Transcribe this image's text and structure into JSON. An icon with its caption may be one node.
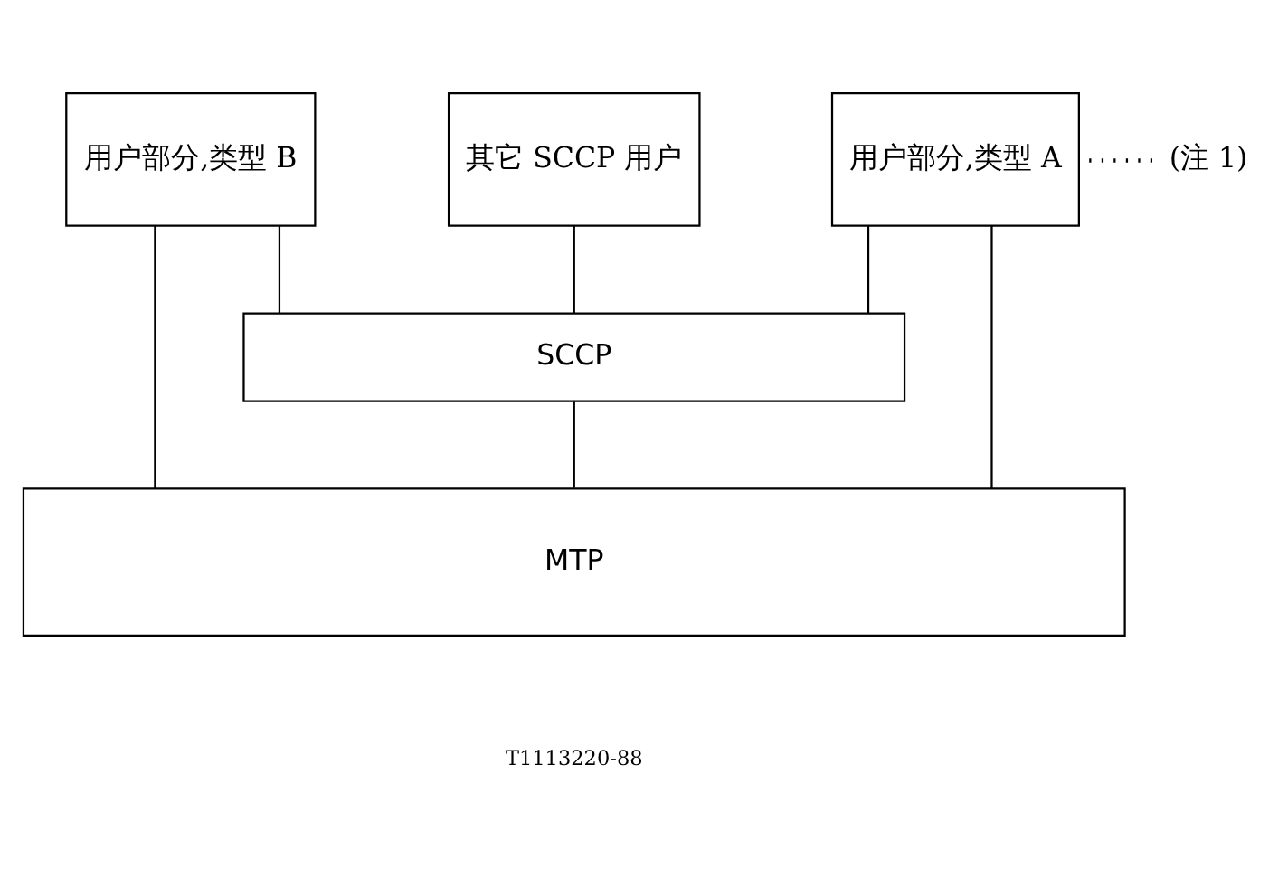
{
  "diagram": {
    "nodes": [
      {
        "text": [
          "用户部分,类型 B"
        ]
      },
      {
        "text": [
          "其它 SCCP 用户"
        ]
      },
      {
        "text": [
          "(注 1)"
        ]
      },
      {
        "text": [
          "用户部分,类型 A"
        ]
      },
      {
        "text": [
          "SCCP"
        ]
      },
      {
        "text": [
          "MTP"
        ]
      }
    ],
    "edges": [
      {
        "from": 0,
        "to": 4,
        "arrow": "none"
      },
      {
        "from": 0,
        "to": 5,
        "arrow": "none"
      },
      {
        "from": 1,
        "to": 4,
        "arrow": "none"
      },
      {
        "from": 2,
        "to": 3,
        "arrow": "none",
        "style": "dashed"
      },
      {
        "from": 3,
        "to": 4,
        "arrow": "none"
      },
      {
        "from": 3,
        "to": 5,
        "arrow": "none"
      },
      {
        "from": 4,
        "to": 5,
        "arrow": "none"
      }
    ],
    "labels": [
      "T1113220-88"
    ]
  }
}
